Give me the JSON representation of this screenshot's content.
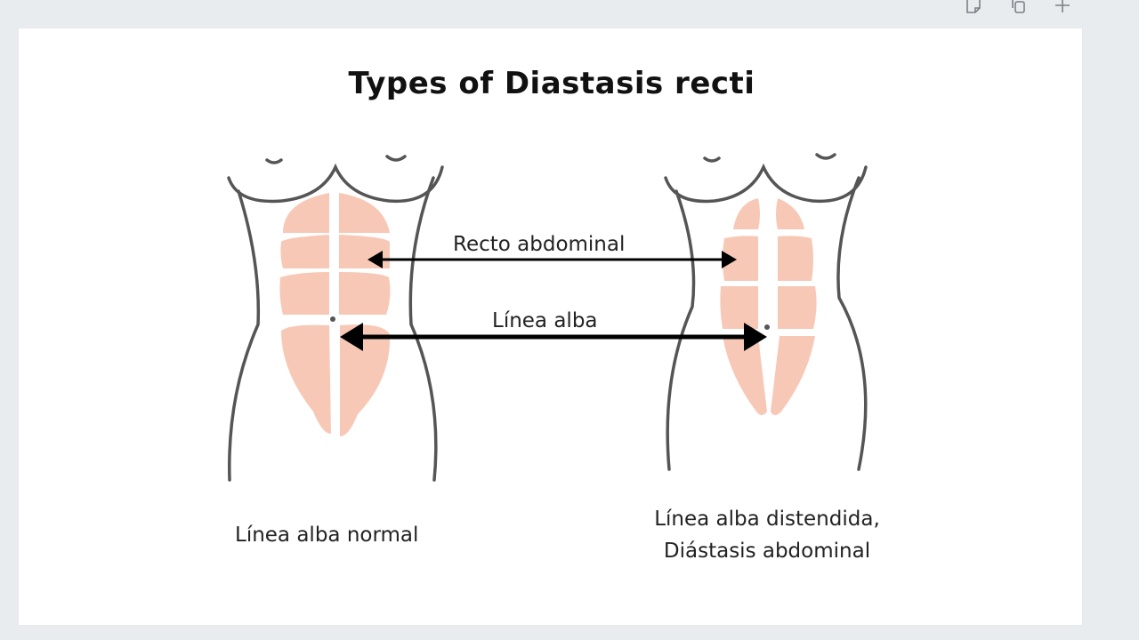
{
  "toolbar": {
    "icons": [
      "note-icon",
      "duplicate-icon",
      "add-icon"
    ]
  },
  "diagram": {
    "title": "Types of Diastasis recti",
    "arrow_top_label": "Recto abdominal",
    "arrow_bottom_label": "Línea alba",
    "left_caption": "Línea alba normal",
    "right_caption_line1": "Línea alba distendida,",
    "right_caption_line2": "Diástasis abdominal",
    "colors": {
      "muscle": "#f8c8b6",
      "outline": "#555555",
      "arrow": "#000000"
    }
  }
}
